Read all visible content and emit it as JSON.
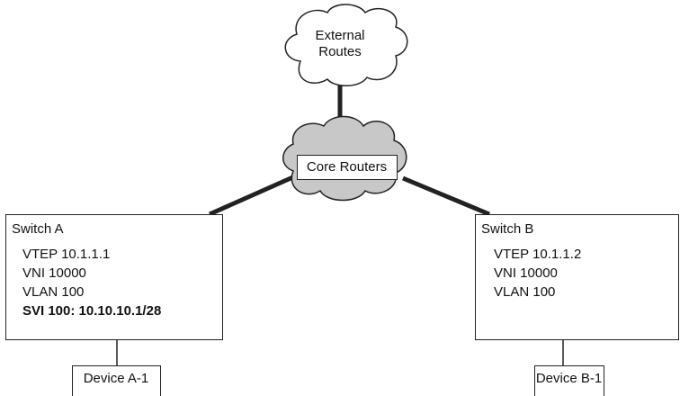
{
  "external_cloud": {
    "line1": "External",
    "line2": "Routes"
  },
  "core": {
    "label": "Core Routers"
  },
  "switch_a": {
    "title": "Switch A",
    "vtep": "VTEP 10.1.1.1",
    "vni": "VNI 10000",
    "vlan": "VLAN 100",
    "svi": "SVI 100: 10.10.10.1/28"
  },
  "switch_b": {
    "title": "Switch B",
    "vtep": "VTEP 10.1.1.2",
    "vni": "VNI 10000",
    "vlan": "VLAN 100"
  },
  "device_a": {
    "label": "Device A-1"
  },
  "device_b": {
    "label": "Device B-1"
  },
  "colors": {
    "stroke": "#222222",
    "core_cloud_fill": "#c8c8c8",
    "external_cloud_fill": "#ffffff"
  }
}
